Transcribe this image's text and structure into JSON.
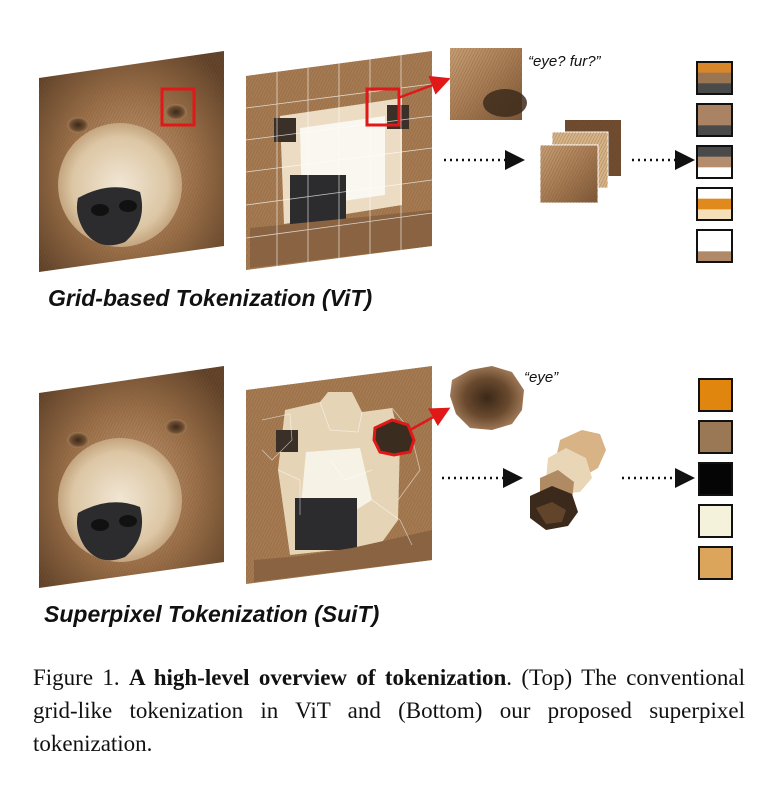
{
  "top": {
    "title": "Grid-based Tokenization (ViT)",
    "quote": "“eye? fur?”",
    "token_colors": [
      [
        "#d8862a",
        "#9a7552",
        "#4a4a4a"
      ],
      [
        "#a98363",
        "#a98363",
        "#4a4a4a"
      ],
      [
        "#4a4a4a",
        "#b48d6e",
        "#ffffff"
      ],
      [
        "#ffffff",
        "#e08a1e",
        "#f5dfb8"
      ],
      [
        "#ffffff",
        "#ffffff",
        "#b08a68"
      ]
    ]
  },
  "bottom": {
    "title": "Superpixel Tokenization (SuiT)",
    "quote": "“eye”",
    "token_colors": [
      "#e0860e",
      "#9a7755",
      "#050505",
      "#f5f2dc",
      "#dca55c"
    ]
  },
  "caption": {
    "prefix": "Figure 1. ",
    "bold": "A high-level overview of tokenization",
    "rest": ". (Top) The conventional grid-like tokenization in ViT and (Bottom) our proposed superpixel tokenization."
  },
  "colors": {
    "highlight": "#e01818",
    "fur": "#9a6f48",
    "fur_light": "#c9a07a",
    "muzzle": "#e8d8bf",
    "nose": "#2c2c2e"
  }
}
